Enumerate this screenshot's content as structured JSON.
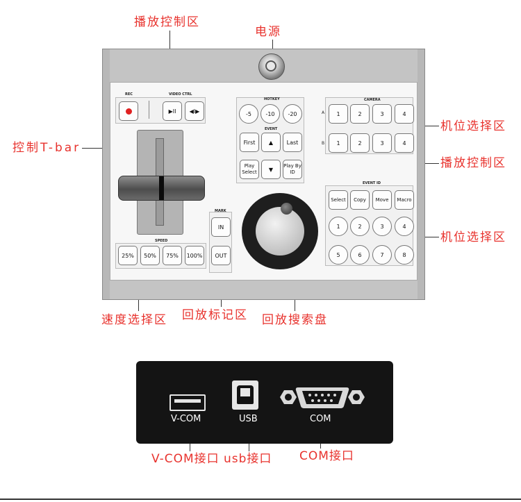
{
  "callouts": {
    "playback_top": "播放控制区",
    "power": "电源",
    "tbar": "控制T-bar",
    "camera_top": "机位选择区",
    "playback_right": "播放控制区",
    "camera_bottom": "机位选择区",
    "speed": "速度选择区",
    "mark": "回放标记区",
    "jog": "回放搜索盘",
    "vcom": "V-COM接口",
    "usb": "usb接口",
    "com": "COM接口"
  },
  "panel": {
    "rec_label": "REC",
    "video_ctrl_label": "VIDEO CTRL",
    "video_ctrl_keys": [
      "▶II",
      "◀I▶"
    ],
    "hotkey_label": "HOTKEY",
    "hotkeys": [
      "-5",
      "-10",
      "-20"
    ],
    "event_label": "EVENT",
    "event_keys": [
      "First",
      "▲",
      "Last",
      "Play Select",
      "▼",
      "Play By ID"
    ],
    "camera_label": "CAMERA",
    "camera_rows": [
      "A",
      "B"
    ],
    "camera_keys": [
      "1",
      "2",
      "3",
      "4"
    ],
    "event_id_label": "EVENT ID",
    "event_id_func_keys": [
      "Select",
      "Copy",
      "Move",
      "Macro"
    ],
    "event_id_num_keys": [
      "1",
      "2",
      "3",
      "4",
      "5",
      "6",
      "7",
      "8"
    ],
    "mark_label": "MARK",
    "mark_keys": [
      "IN",
      "OUT"
    ],
    "speed_label": "SPEED",
    "speed_keys": [
      "25%",
      "50%",
      "75%",
      "100%"
    ]
  },
  "ports": {
    "vcom": "V-COM",
    "usb": "USB",
    "com": "COM"
  },
  "colors": {
    "callout": "#e8322d",
    "rec_dot": "#e02020",
    "connector_panel": "#141414"
  }
}
